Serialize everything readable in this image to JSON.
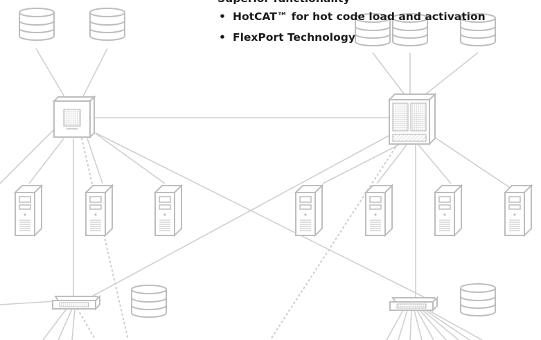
{
  "header": {
    "title": "Superior functionality"
  },
  "features": [
    {
      "label": "HotCAT™ for hot code load and activation"
    },
    {
      "label": "FlexPort Technology"
    }
  ],
  "colors": {
    "line": "#cfcfcf",
    "stroke": "#bdbdbd",
    "text": "#1a1a1a"
  }
}
